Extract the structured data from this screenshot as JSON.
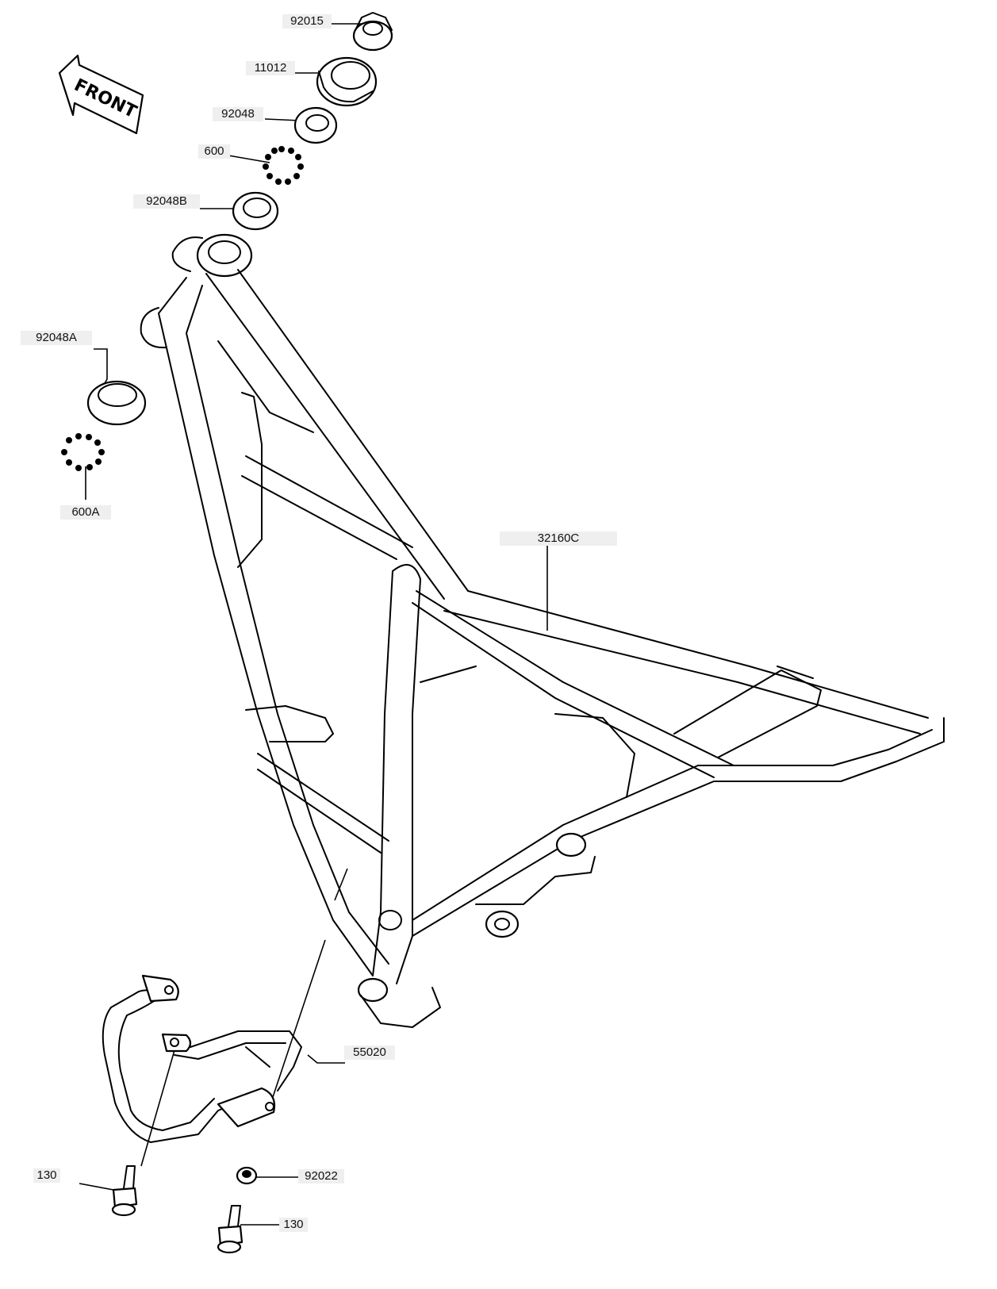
{
  "direction_arrow": {
    "label": "FRONT"
  },
  "parts": [
    {
      "id": "p-92015",
      "number": "92015",
      "name": "steering-stem-nut"
    },
    {
      "id": "p-11012",
      "number": "11012",
      "name": "dust-cap"
    },
    {
      "id": "p-92048",
      "number": "92048",
      "name": "upper-bearing-race"
    },
    {
      "id": "p-600",
      "number": "600",
      "name": "upper-ball-bearing"
    },
    {
      "id": "p-92048B",
      "number": "92048B",
      "name": "upper-head-cup"
    },
    {
      "id": "p-92048A",
      "number": "92048A",
      "name": "lower-bearing-race"
    },
    {
      "id": "p-600A",
      "number": "600A",
      "name": "lower-ball-bearing"
    },
    {
      "id": "p-32160C",
      "number": "32160C",
      "name": "frame"
    },
    {
      "id": "p-55020",
      "number": "55020",
      "name": "engine-guard"
    },
    {
      "id": "p-92022",
      "number": "92022",
      "name": "washer"
    },
    {
      "id": "p-130-a",
      "number": "130",
      "name": "bolt"
    },
    {
      "id": "p-130-b",
      "number": "130",
      "name": "bolt"
    }
  ],
  "colors": {
    "ink": "#000000",
    "label_bg": "#efefef",
    "background": "#ffffff"
  }
}
